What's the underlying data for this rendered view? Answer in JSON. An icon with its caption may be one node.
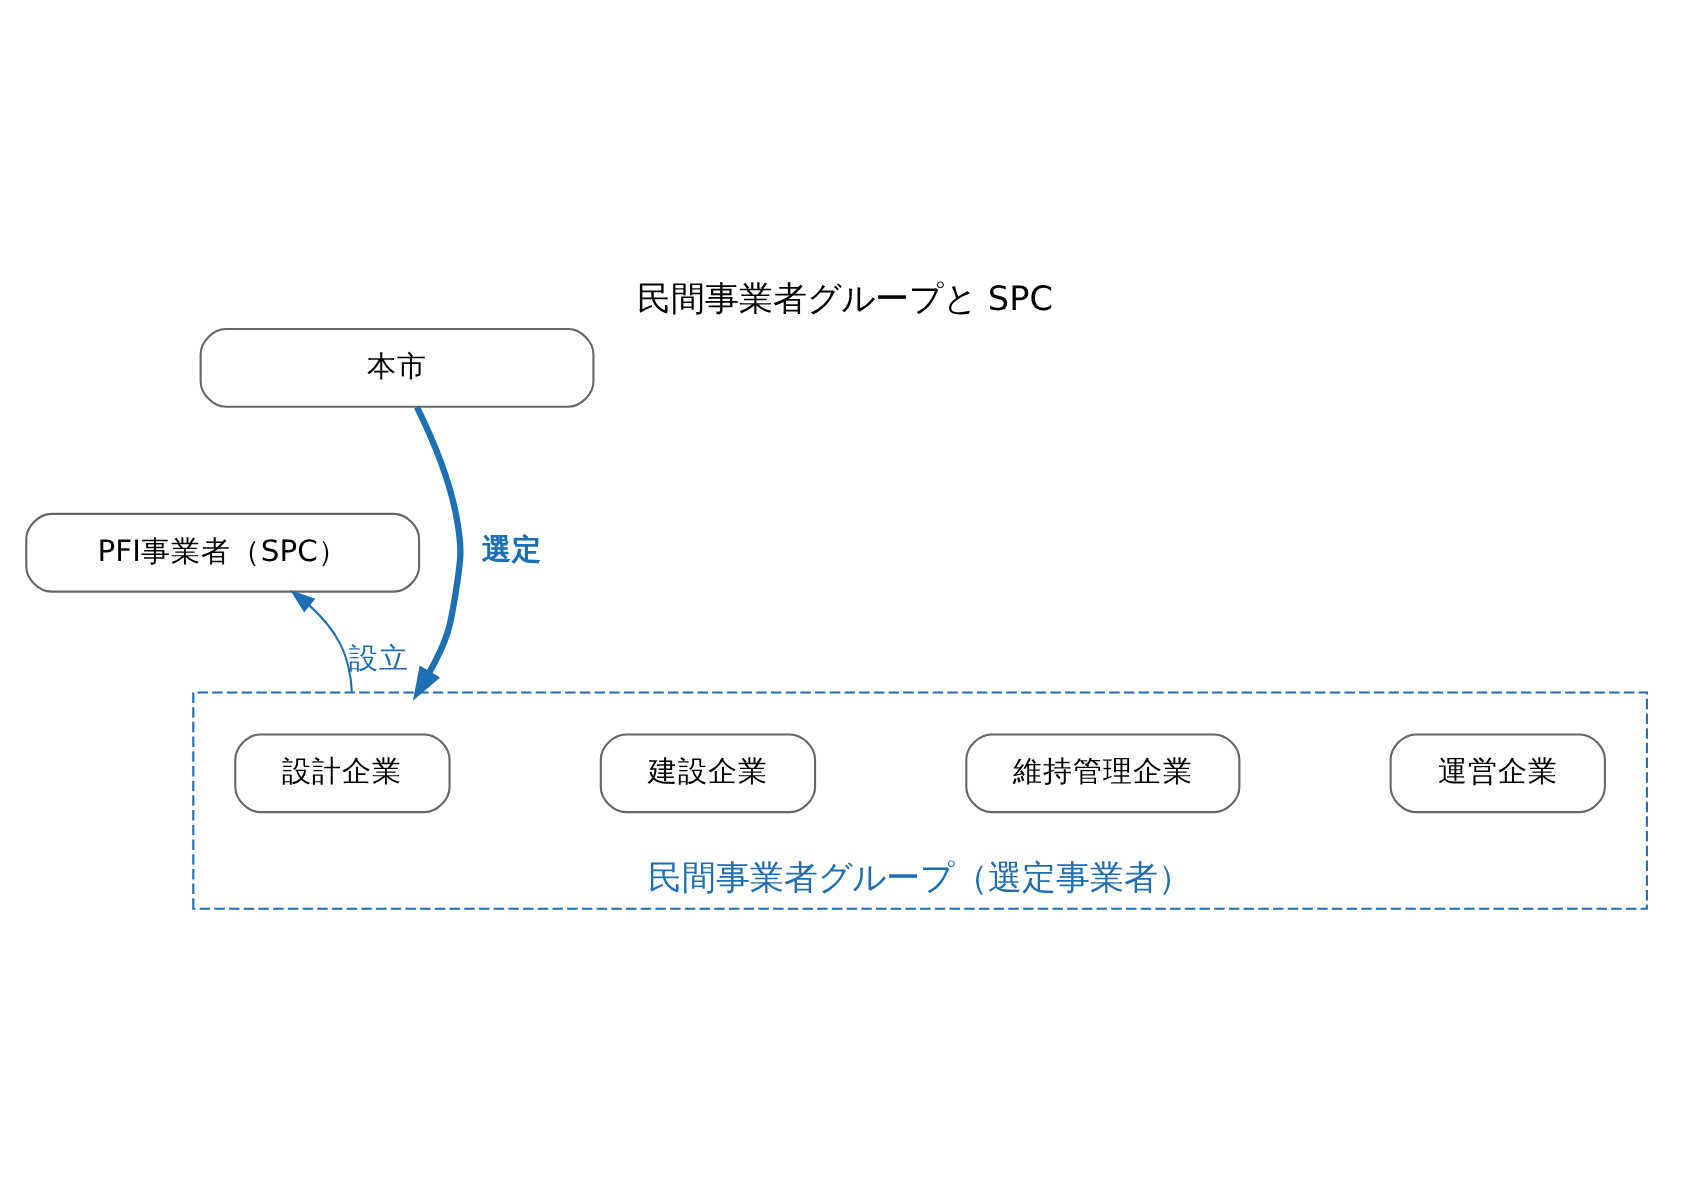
{
  "diagram": {
    "title": "民間事業者グループと SPC",
    "nodes": [
      {
        "text": [
          "本市"
        ]
      },
      {
        "text": [
          "PFI事業者（SPC）"
        ]
      },
      {
        "text": [
          "民間事業者グループ（選定事業者）"
        ]
      },
      {
        "text": [
          "設計企業"
        ],
        "in": 2
      },
      {
        "text": [
          "建設企業"
        ],
        "in": 2
      },
      {
        "text": [
          "維持管理企業"
        ],
        "in": 2
      },
      {
        "text": [
          "運営企業"
        ],
        "in": 2
      }
    ],
    "edges": [
      {
        "from": 0,
        "to": 2,
        "arrow": "to",
        "label": "選定",
        "style": "thick",
        "color": "#1f6fb5"
      },
      {
        "from": 2,
        "to": 1,
        "arrow": "to",
        "label": "設立",
        "color": "#1f6fb5"
      }
    ]
  }
}
